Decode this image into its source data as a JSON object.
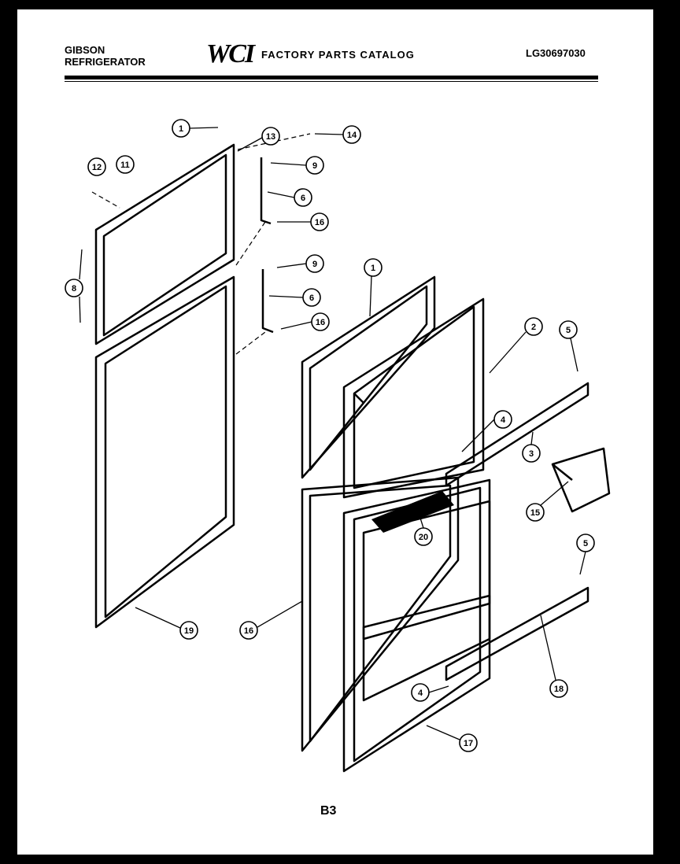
{
  "header": {
    "brand_line1": "GIBSON",
    "brand_line2": "REFRIGERATOR",
    "logo": "WCI",
    "catalog_title": "FACTORY PARTS CATALOG",
    "model_number": "LG30697030"
  },
  "page_number": "B3",
  "callouts": [
    "1",
    "13",
    "14",
    "12",
    "11",
    "9",
    "6",
    "16",
    "8",
    "9",
    "6",
    "16",
    "1",
    "2",
    "5",
    "4",
    "3",
    "15",
    "20",
    "5",
    "19",
    "16",
    "4",
    "18",
    "17"
  ],
  "colors": {
    "ink": "#000000",
    "paper": "#ffffff",
    "border": "#000000"
  }
}
